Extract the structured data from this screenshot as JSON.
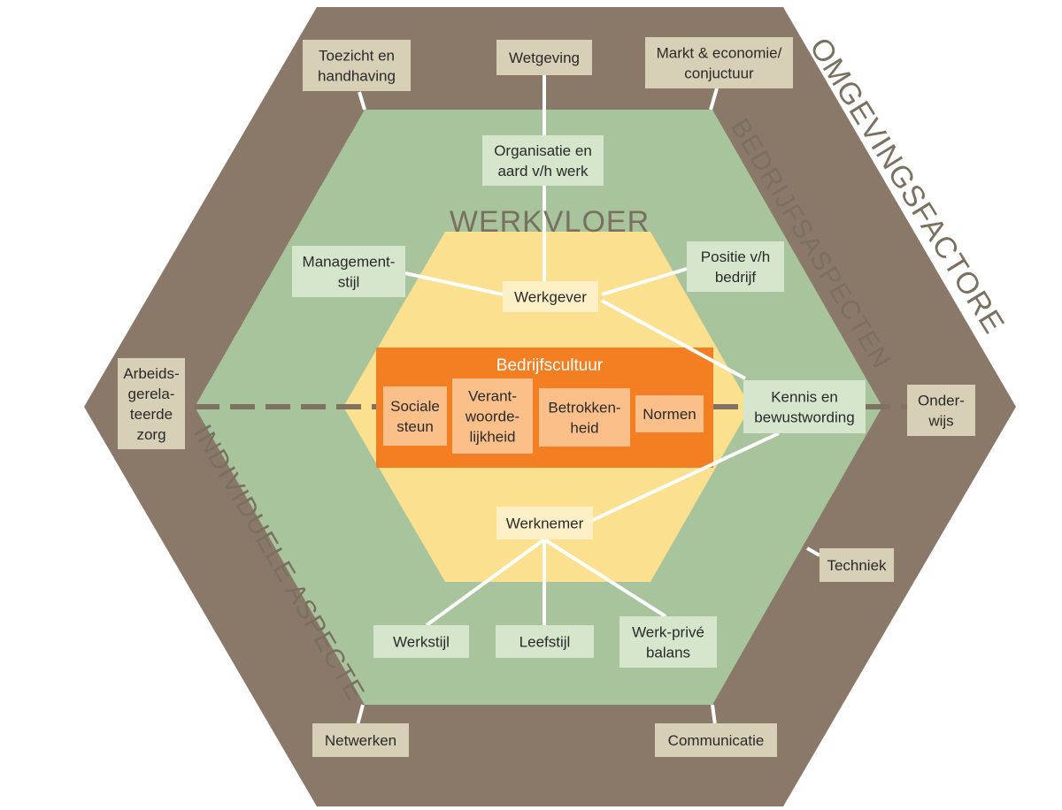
{
  "colors": {
    "outer": "#8a7968",
    "middle": "#a8c49c",
    "inner": "#fbe08f",
    "core": "#f37f22",
    "outer_box": "#d8cfb7",
    "middle_box": "#d6e6cd",
    "inner_box": "#fef0c6",
    "core_box": "#fbc08a",
    "connector": "#ffffff",
    "dashed": "#7f7262",
    "werkvloer": "#f5d98c"
  },
  "labels": {
    "omgevingsfactoren": "OMGEVINGSFACTOREN",
    "bedrijfsaspecten": "BEDRIJFSASPECTEN",
    "individuele_aspecten": "INDIVIDUELE ASPECTEN",
    "werkvloer": "WERKVLOER",
    "bedrijfscultuur": "Bedrijfscultuur"
  },
  "outer_boxes": {
    "toezicht": [
      "Toezicht en",
      "handhaving"
    ],
    "wetgeving": [
      "Wetgeving"
    ],
    "markt": [
      "Markt & economie/",
      "conjuctuur"
    ],
    "arbeids": [
      "Arbeids-",
      "gerela-",
      "teerde",
      "zorg"
    ],
    "onderwijs": [
      "Onder-",
      "wijs"
    ],
    "techniek": [
      "Techniek"
    ],
    "netwerken": [
      "Netwerken"
    ],
    "communicatie": [
      "Communicatie"
    ]
  },
  "middle_boxes": {
    "organisatie": [
      "Organisatie en",
      "aard v/h werk"
    ],
    "management": [
      "Management-",
      "stijl"
    ],
    "positie": [
      "Positie v/h",
      "bedrijf"
    ],
    "kennis": [
      "Kennis en",
      "bewustwording"
    ],
    "werkstijl": [
      "Werkstijl"
    ],
    "leefstijl": [
      "Leefstijl"
    ],
    "werkprive": [
      "Werk-privé",
      "balans"
    ]
  },
  "inner_boxes": {
    "werkgever": [
      "Werkgever"
    ],
    "werknemer": [
      "Werknemer"
    ]
  },
  "core_boxes": {
    "sociale": [
      "Sociale",
      "steun"
    ],
    "verant": [
      "Verant-",
      "woorde-",
      "lijkheid"
    ],
    "betrokken": [
      "Betrokken-",
      "heid"
    ],
    "normen": [
      "Normen"
    ]
  }
}
